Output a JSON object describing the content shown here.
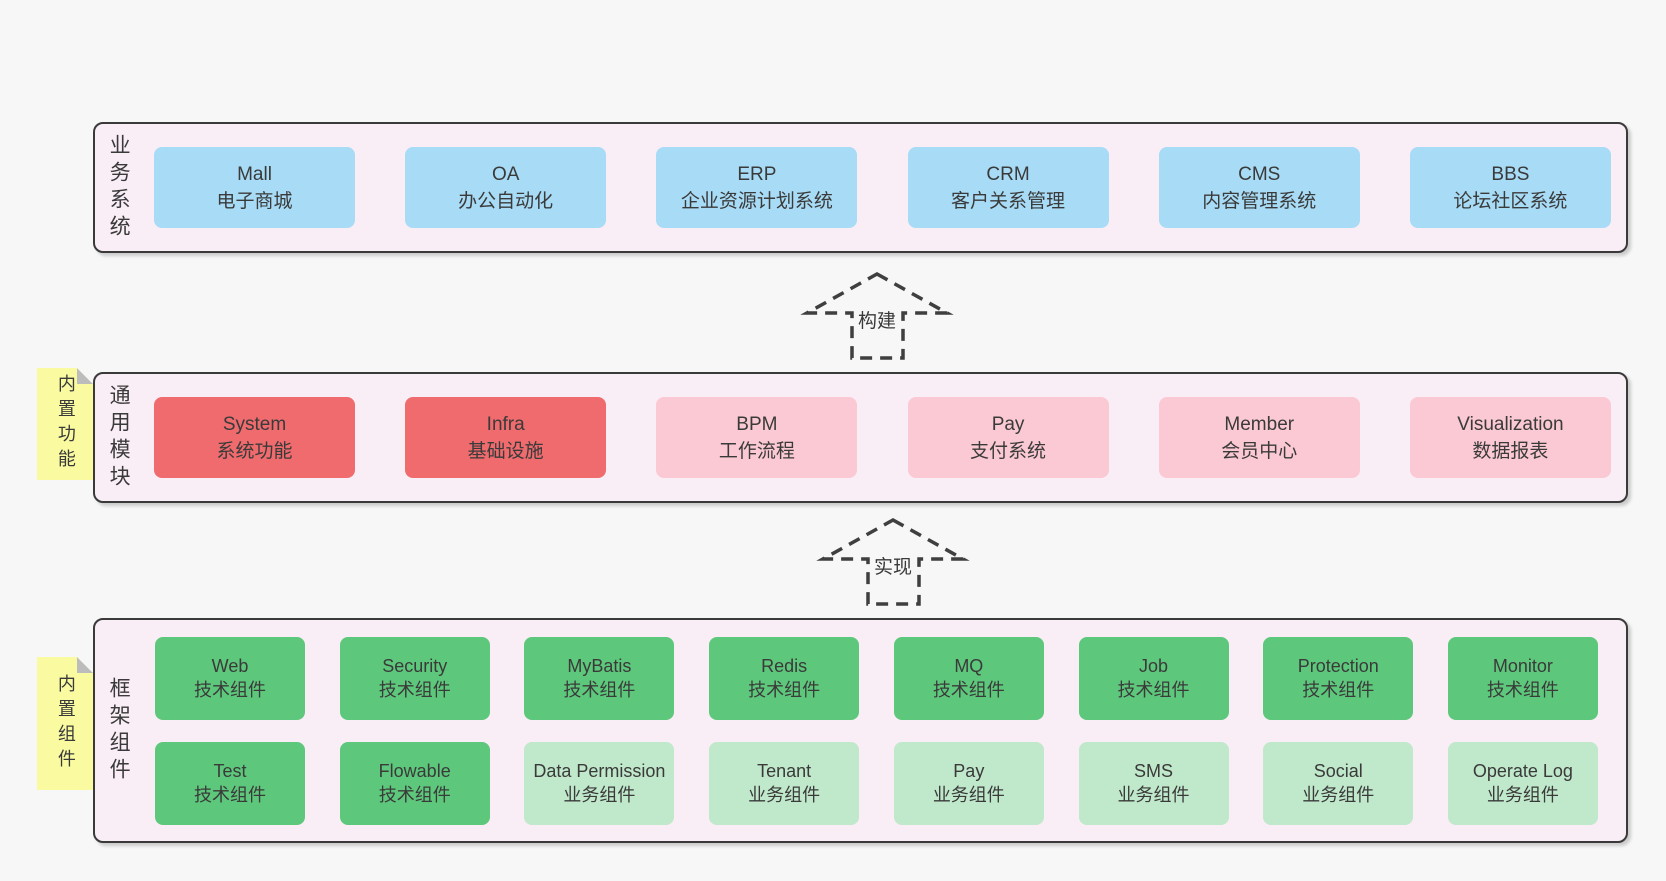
{
  "colors": {
    "page-bg": "#f7f7f8",
    "band-bg": "#f9edf6",
    "band-border": "#3a3a3a",
    "text": "#3a3a3a",
    "box-blue": "#a8dbf5",
    "box-red": "#ef6b6d",
    "box-pink": "#fbc9d3",
    "box-green": "#5dc87b",
    "box-green-light": "#c0e8cb",
    "note-yellow": "#fafaa1",
    "note-fold": "#bcbcbc"
  },
  "arrows": [
    {
      "label": "构建"
    },
    {
      "label": "实现"
    }
  ],
  "bands": [
    {
      "id": "business-systems",
      "label": "业务系统",
      "boxes": [
        {
          "name": "Mall",
          "subtitle": "电子商城",
          "color": "blue"
        },
        {
          "name": "OA",
          "subtitle": "办公自动化",
          "color": "blue"
        },
        {
          "name": "ERP",
          "subtitle": "企业资源计划系统",
          "color": "blue"
        },
        {
          "name": "CRM",
          "subtitle": "客户关系管理",
          "color": "blue"
        },
        {
          "name": "CMS",
          "subtitle": "内容管理系统",
          "color": "blue"
        },
        {
          "name": "BBS",
          "subtitle": "论坛社区系统",
          "color": "blue"
        }
      ]
    },
    {
      "id": "common-modules",
      "label": "通用模块",
      "note": "内置功能",
      "boxes": [
        {
          "name": "System",
          "subtitle": "系统功能",
          "color": "red"
        },
        {
          "name": "Infra",
          "subtitle": "基础设施",
          "color": "red"
        },
        {
          "name": "BPM",
          "subtitle": "工作流程",
          "color": "pink"
        },
        {
          "name": "Pay",
          "subtitle": "支付系统",
          "color": "pink"
        },
        {
          "name": "Member",
          "subtitle": "会员中心",
          "color": "pink"
        },
        {
          "name": "Visualization",
          "subtitle": "数据报表",
          "color": "pink"
        }
      ]
    },
    {
      "id": "framework-components",
      "label": "框架组件",
      "note": "内置组件",
      "rows": [
        [
          {
            "name": "Web",
            "subtitle": "技术组件",
            "color": "green"
          },
          {
            "name": "Security",
            "subtitle": "技术组件",
            "color": "green"
          },
          {
            "name": "MyBatis",
            "subtitle": "技术组件",
            "color": "green"
          },
          {
            "name": "Redis",
            "subtitle": "技术组件",
            "color": "green"
          },
          {
            "name": "MQ",
            "subtitle": "技术组件",
            "color": "green"
          },
          {
            "name": "Job",
            "subtitle": "技术组件",
            "color": "green"
          },
          {
            "name": "Protection",
            "subtitle": "技术组件",
            "color": "green"
          },
          {
            "name": "Monitor",
            "subtitle": "技术组件",
            "color": "green"
          }
        ],
        [
          {
            "name": "Test",
            "subtitle": "技术组件",
            "color": "green"
          },
          {
            "name": "Flowable",
            "subtitle": "技术组件",
            "color": "green"
          },
          {
            "name": "Data Permission",
            "subtitle": "业务组件",
            "color": "green-light"
          },
          {
            "name": "Tenant",
            "subtitle": "业务组件",
            "color": "green-light"
          },
          {
            "name": "Pay",
            "subtitle": "业务组件",
            "color": "green-light"
          },
          {
            "name": "SMS",
            "subtitle": "业务组件",
            "color": "green-light"
          },
          {
            "name": "Social",
            "subtitle": "业务组件",
            "color": "green-light"
          },
          {
            "name": "Operate Log",
            "subtitle": "业务组件",
            "color": "green-light"
          }
        ]
      ]
    }
  ]
}
